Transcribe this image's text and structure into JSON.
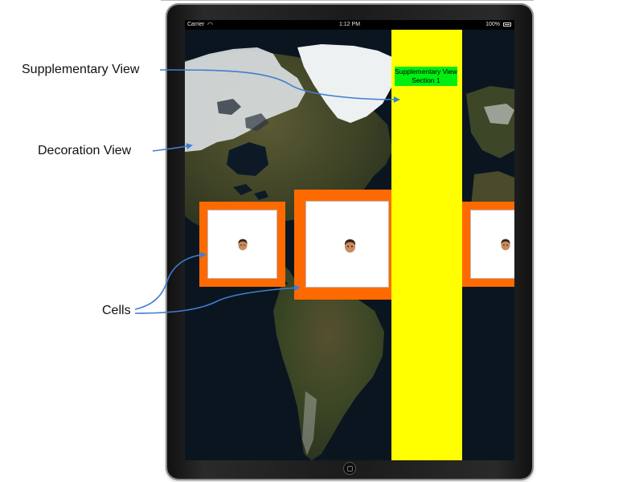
{
  "status_bar": {
    "carrier": "Carrier",
    "wifi_icon": "wifi-icon",
    "time": "1:12 PM",
    "battery": "100%",
    "battery_icon": "battery-icon"
  },
  "supplementary_view": {
    "label": "Supplementary View Section 1"
  },
  "cells": [
    {
      "name": "cell-1",
      "icon": "face-icon"
    },
    {
      "name": "cell-2",
      "icon": "face-icon"
    },
    {
      "name": "cell-3",
      "icon": "face-icon"
    }
  ],
  "callouts": {
    "supplementary_view": "Supplementary View",
    "decoration_view": "Decoration View",
    "cells": "Cells"
  },
  "colors": {
    "cell_border": "#ff6a00",
    "supplementary_bg": "#ffff00",
    "supplementary_label_bg": "#00ee11",
    "arrow": "#3f7fd0"
  }
}
